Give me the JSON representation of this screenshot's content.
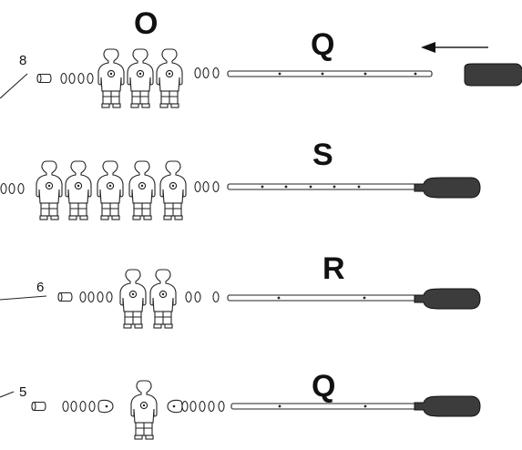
{
  "diagram": {
    "rods": [
      {
        "letter": "O",
        "part_letter": "Q",
        "callout": "8",
        "players": 3,
        "dots": 4
      },
      {
        "letter": "",
        "part_letter": "S",
        "callout": "",
        "players": 5,
        "dots": 5
      },
      {
        "letter": "",
        "part_letter": "R",
        "callout": "6",
        "players": 2,
        "dots": 2
      },
      {
        "letter": "",
        "part_letter": "Q",
        "callout": "5",
        "players": 1,
        "dots": 2
      }
    ],
    "arrow": "left"
  }
}
